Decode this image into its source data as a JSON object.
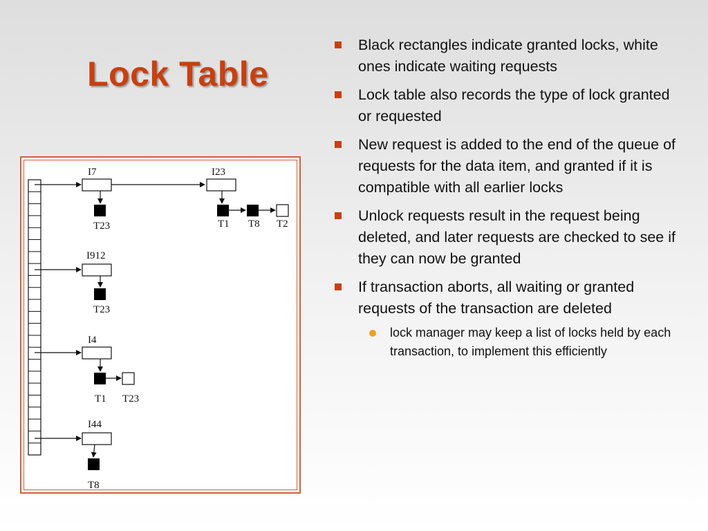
{
  "slide": {
    "title": "Lock Table",
    "bullets": [
      {
        "text": "Black rectangles indicate granted locks, white ones indicate waiting requests"
      },
      {
        "text": "Lock table also records the type of lock granted or requested"
      },
      {
        "text": "New request is added to the end of the queue of requests for the data item, and granted if it is compatible with all earlier locks"
      },
      {
        "text": "Unlock requests result in the request being deleted, and later requests are checked to see if they can now be granted"
      },
      {
        "text": "If transaction aborts, all waiting or granted requests of the transaction are deleted"
      }
    ],
    "sub_bullets": [
      {
        "text": "lock manager may keep a list of locks held by each transaction, to implement this efficiently"
      }
    ]
  },
  "figure": {
    "items": [
      {
        "name": "I7",
        "requests": [
          {
            "txn": "T23",
            "status": "granted"
          }
        ]
      },
      {
        "name": "I23",
        "requests": [
          {
            "txn": "T1",
            "status": "granted"
          },
          {
            "txn": "T8",
            "status": "granted"
          },
          {
            "txn": "T2",
            "status": "waiting"
          }
        ]
      },
      {
        "name": "I912",
        "requests": [
          {
            "txn": "T23",
            "status": "granted"
          }
        ]
      },
      {
        "name": "I4",
        "requests": [
          {
            "txn": "T1",
            "status": "granted"
          },
          {
            "txn": "T23",
            "status": "waiting"
          }
        ]
      },
      {
        "name": "I44",
        "requests": [
          {
            "txn": "T8",
            "status": "granted"
          }
        ]
      }
    ]
  },
  "colors": {
    "title": "#c8400f",
    "bullet_marker": "#c8400f",
    "sub_bullet_marker": "#f0a020",
    "frame": "#d0613a"
  }
}
